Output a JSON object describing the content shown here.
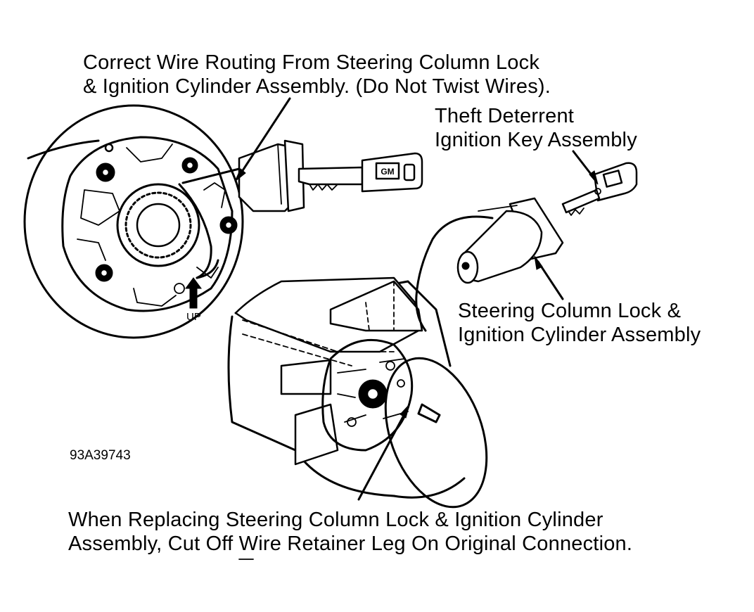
{
  "labels": {
    "wire_routing": [
      "Correct Wire Routing From Steering Column Lock",
      "& Ignition Cylinder Assembly. (Do Not Twist Wires)."
    ],
    "key_assembly": [
      "Theft Deterrent",
      "Ignition Key Assembly"
    ],
    "lock_assembly": [
      "Steering Column Lock &",
      "Ignition Cylinder Assembly"
    ],
    "replacement_note": [
      "When Replacing Steering Column Lock & Ignition Cylinder",
      "Assembly, Cut Off Wire Retainer Leg On Original Connection."
    ],
    "figure_code": "93A39743",
    "up_marker": "UP",
    "key_badge": "GM"
  }
}
